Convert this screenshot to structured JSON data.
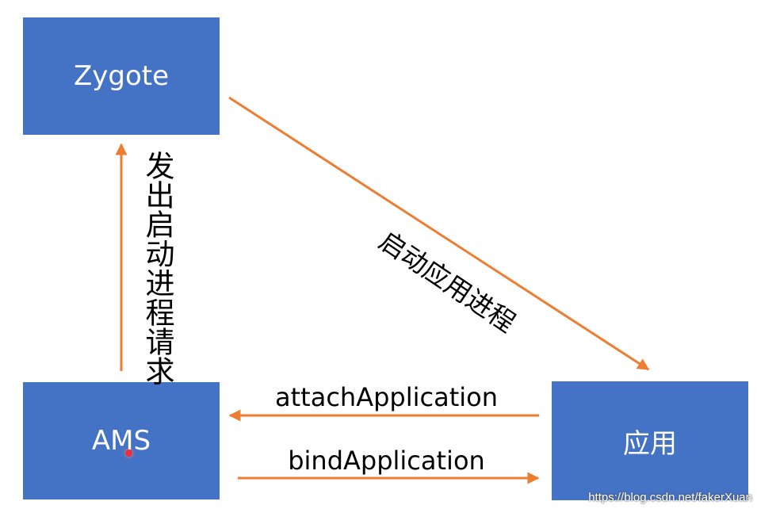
{
  "nodes": {
    "zygote": "Zygote",
    "ams": "AMS",
    "app": "应用"
  },
  "edges": {
    "ams_to_zygote": "发出启动进程请求",
    "zygote_to_app": "启动应用进程",
    "app_to_ams": "attachApplication",
    "ams_to_app": "bindApplication"
  },
  "watermark": "https://blog.csdn.net/fakerXuan",
  "colors": {
    "node_fill": "#4472c4",
    "node_text": "#ffffff",
    "arrow": "#ed7d31"
  }
}
